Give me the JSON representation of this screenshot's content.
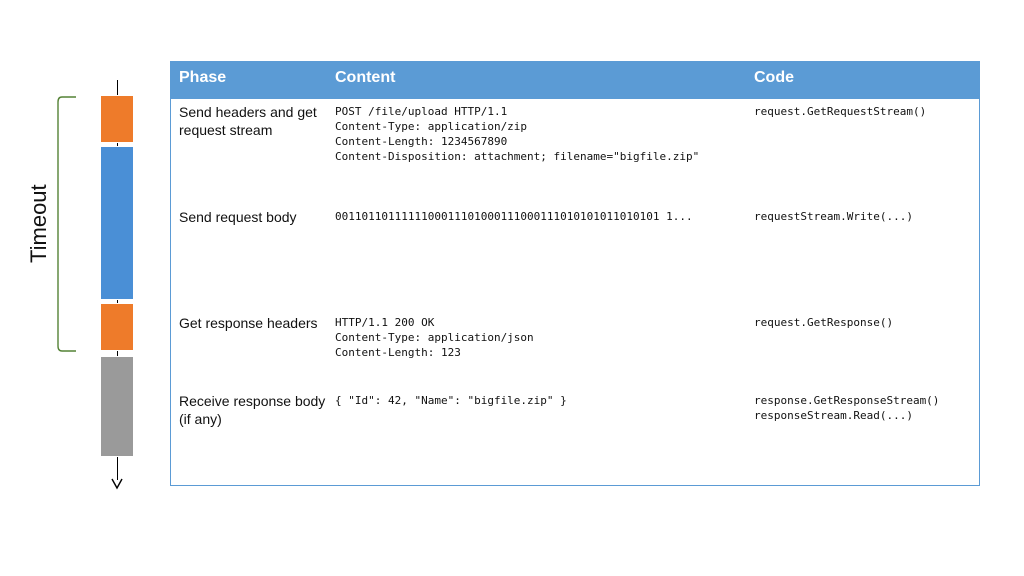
{
  "timeline": {
    "label": "Timeout",
    "colors": {
      "header_phase": "#ee7b2a",
      "body_phase": "#4a8fd6",
      "response_body": "#9a9a9a",
      "brace": "#548235"
    }
  },
  "table": {
    "header_color": "#5b9bd5",
    "headers": {
      "phase": "Phase",
      "content": "Content",
      "code": "Code"
    },
    "rows": [
      {
        "phase": "Send headers and get request stream",
        "content": "POST /file/upload HTTP/1.1\nContent-Type: application/zip\nContent-Length: 1234567890\nContent-Disposition: attachment; filename=\"bigfile.zip\"",
        "code": "request.GetRequestStream()"
      },
      {
        "phase": "Send request body",
        "content": "0011011011111100011101000111000111010101011010101 1...",
        "code": "requestStream.Write(...)"
      },
      {
        "phase": "Get response headers",
        "content": "HTTP/1.1 200 OK\nContent-Type: application/json\nContent-Length: 123",
        "code": "request.GetResponse()"
      },
      {
        "phase": "Receive response body (if any)",
        "content": "{ \"Id\": 42, \"Name\": \"bigfile.zip\" }",
        "code": "response.GetResponseStream()\nresponseStream.Read(...)"
      }
    ]
  }
}
